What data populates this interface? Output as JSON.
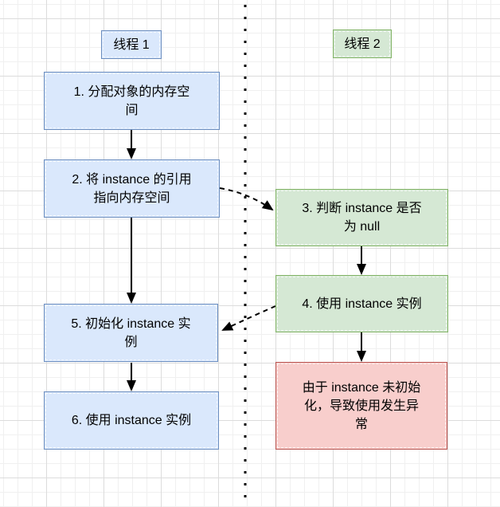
{
  "diagram": {
    "lanes": [
      {
        "id": "thread1",
        "label": "线程 1",
        "color_fill": "#dae8fc",
        "color_border": "#6c8ebf"
      },
      {
        "id": "thread2",
        "label": "线程 2",
        "color_fill": "#d5e8d4",
        "color_border": "#82b366"
      }
    ],
    "nodes": [
      {
        "id": "1",
        "lane": "thread1",
        "label": "1. 分配对象的内存空\n间",
        "color": "blue"
      },
      {
        "id": "2",
        "lane": "thread1",
        "label": "2. 将 instance 的引用\n指向内存空间",
        "color": "blue"
      },
      {
        "id": "3",
        "lane": "thread2",
        "label": "3. 判断 instance 是否\n为 null",
        "color": "green"
      },
      {
        "id": "4",
        "lane": "thread2",
        "label": "4. 使用 instance 实例",
        "color": "green"
      },
      {
        "id": "5",
        "lane": "thread1",
        "label": "5. 初始化 instance 实\n例",
        "color": "blue"
      },
      {
        "id": "6",
        "lane": "thread1",
        "label": "6. 使用 instance 实例",
        "color": "blue"
      },
      {
        "id": "error",
        "lane": "thread2",
        "label": "由于 instance 未初始\n化，导致使用发生异\n常",
        "color": "red"
      }
    ],
    "edges": [
      {
        "from": "1",
        "to": "2",
        "style": "solid"
      },
      {
        "from": "2",
        "to": "3",
        "style": "dashed"
      },
      {
        "from": "3",
        "to": "4",
        "style": "solid"
      },
      {
        "from": "4",
        "to": "5",
        "style": "dashed"
      },
      {
        "from": "4",
        "to": "error",
        "style": "solid"
      },
      {
        "from": "5",
        "to": "6",
        "style": "solid"
      }
    ],
    "divider": {
      "style": "dotted-vertical",
      "color": "#000000"
    },
    "colors": {
      "blue_fill": "#dae8fc",
      "blue_border": "#6c8ebf",
      "green_fill": "#d5e8d4",
      "green_border": "#82b366",
      "red_fill": "#f8cecc",
      "red_border": "#b85450",
      "arrow": "#000000",
      "grid_minor": "#f0f0f0",
      "grid_major": "#dcdcdc",
      "background": "#ffffff"
    }
  }
}
